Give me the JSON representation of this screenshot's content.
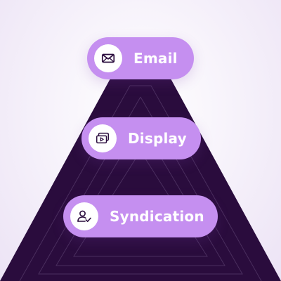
{
  "colors": {
    "pyramid_fill": "#2a0c3d",
    "pyramid_lines": "#4a2e5e",
    "pill_fill": "#c58ff0",
    "icon_circle": "#ffffff",
    "icon_stroke": "#2a0c3d",
    "label_text": "#ffffff"
  },
  "tiers": [
    {
      "label": "Email",
      "icon": "envelope-icon"
    },
    {
      "label": "Display",
      "icon": "display-ad-icon"
    },
    {
      "label": "Syndication",
      "icon": "user-check-icon"
    }
  ]
}
